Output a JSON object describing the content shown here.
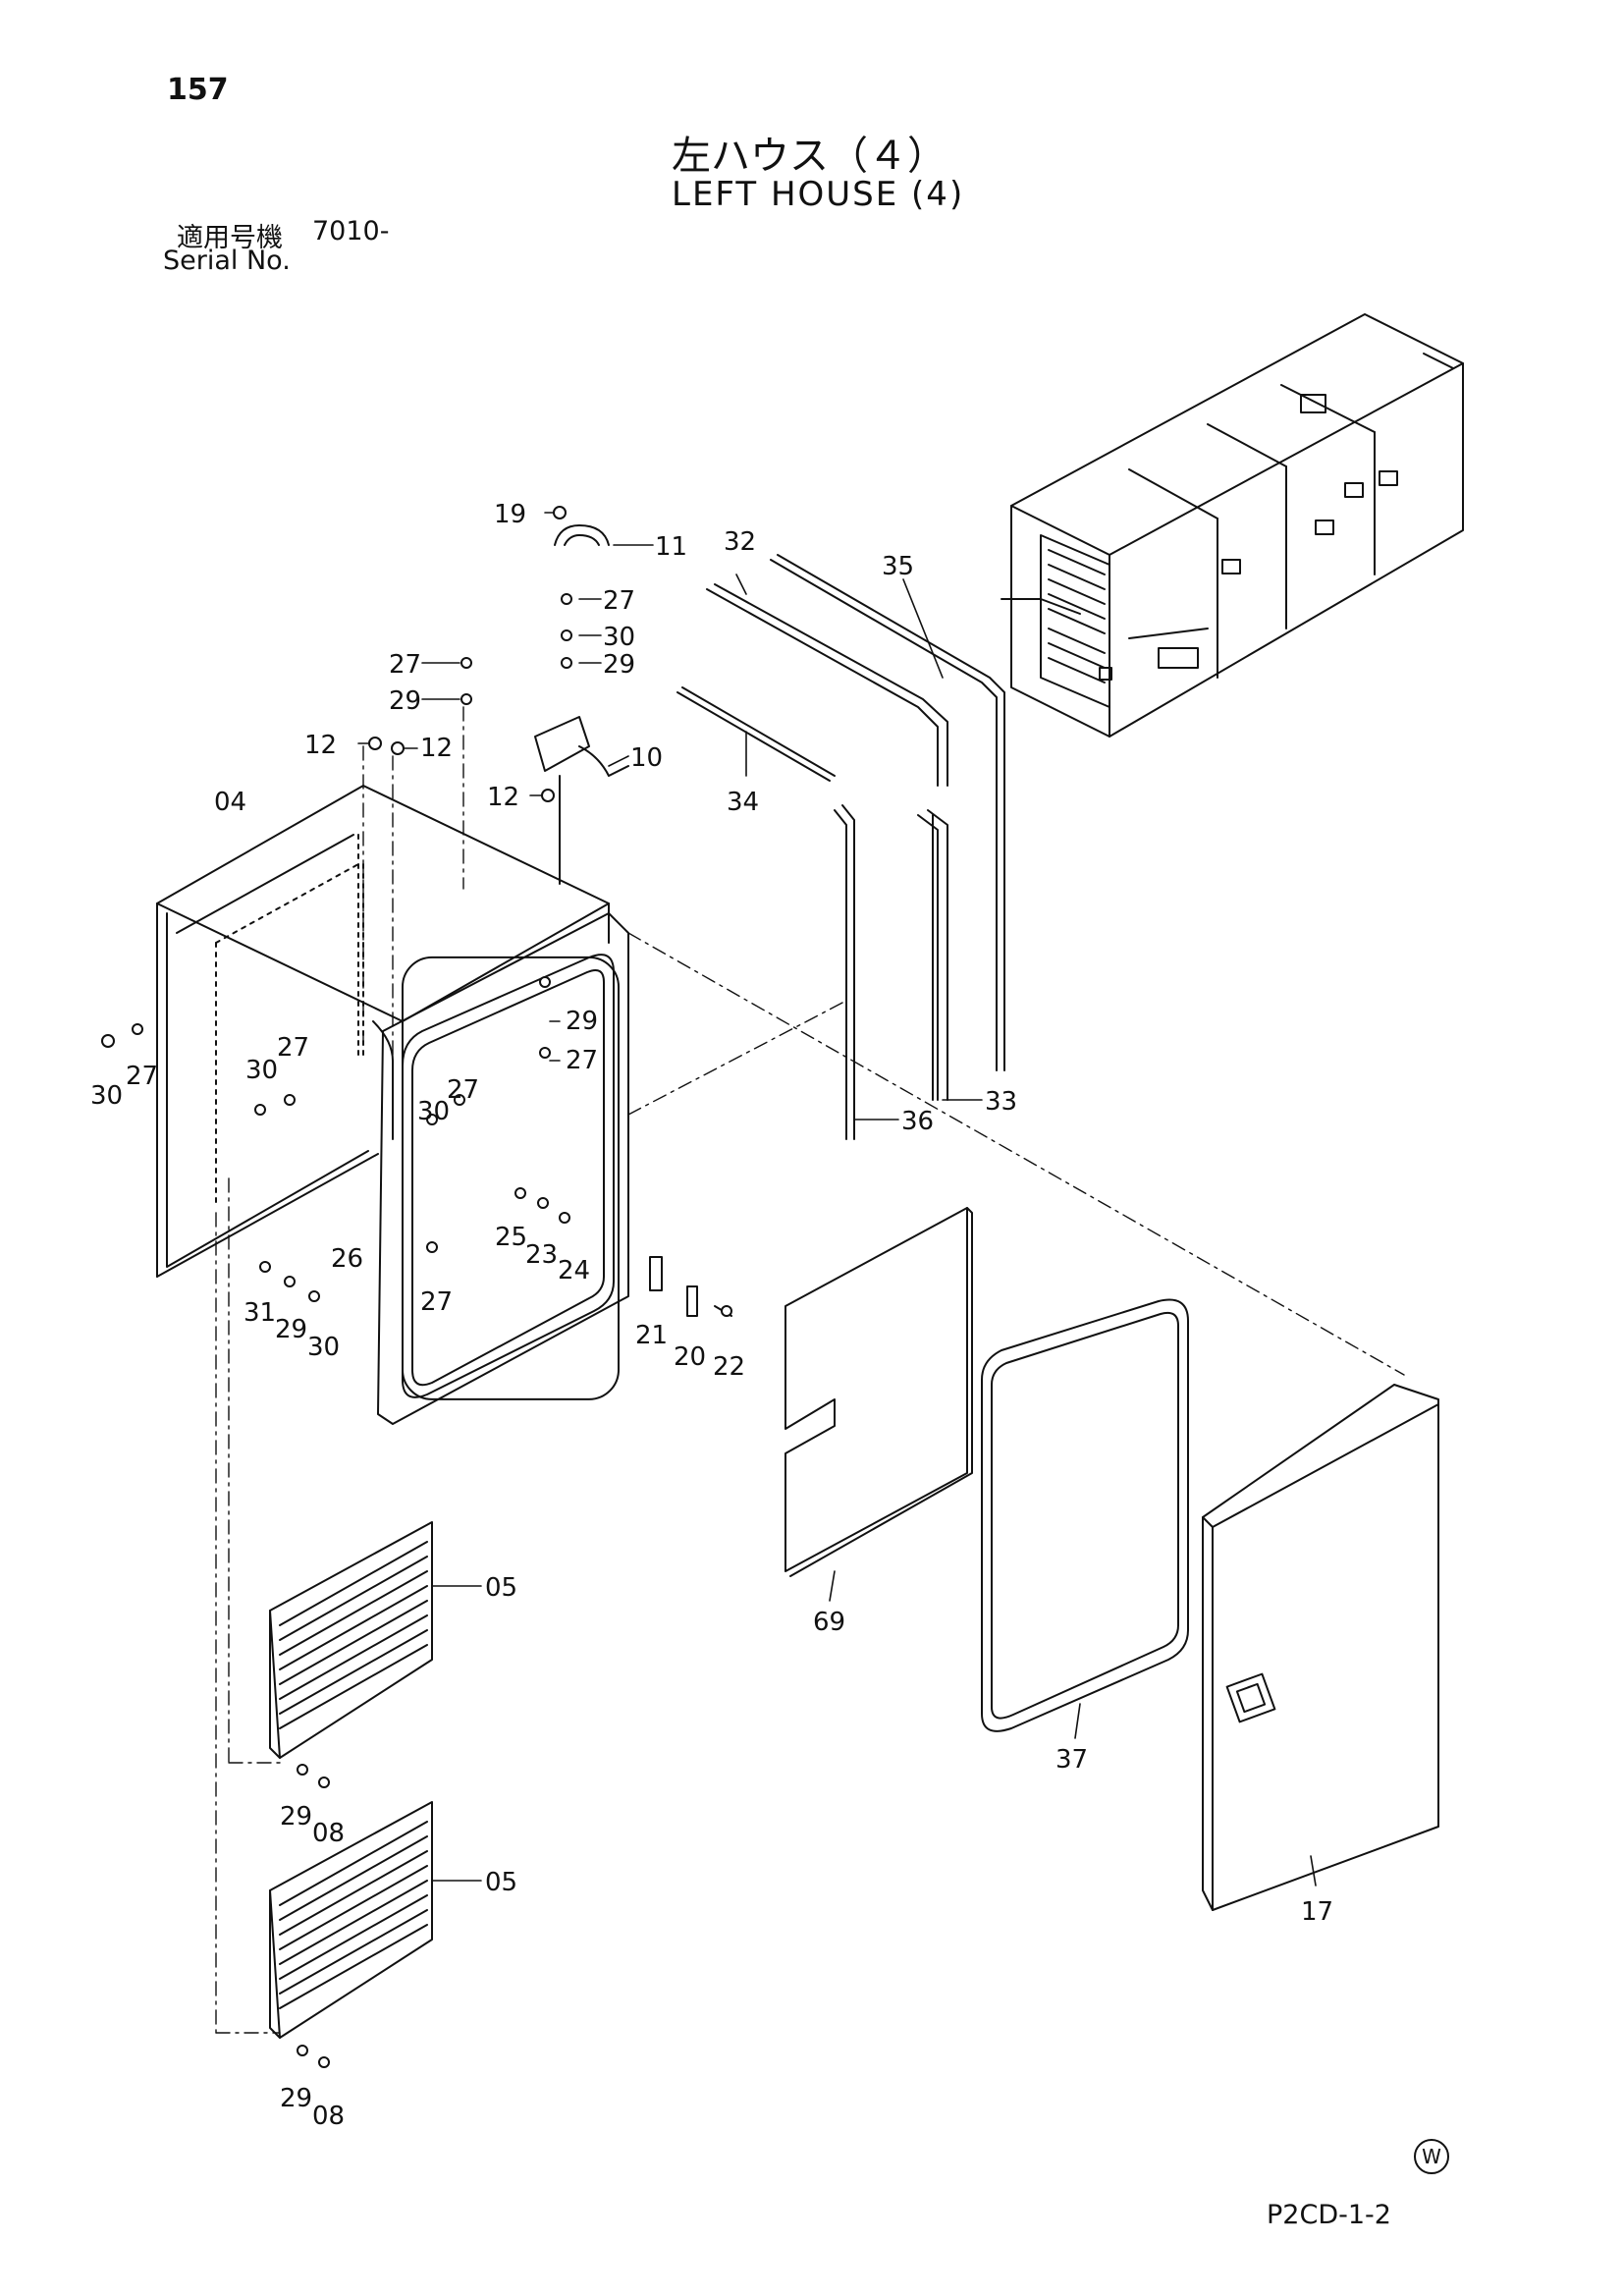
{
  "page_number": "157",
  "title_jp": "左ハウス（４）",
  "title_en": "LEFT HOUSE (4)",
  "serial_label_jp": "適用号機",
  "serial_value": "7010-",
  "serial_label_en": "Serial No.",
  "drawing_code": "P2CD-1-2",
  "corner_mark": "W",
  "callouts": {
    "c19": "19",
    "c11": "11",
    "c27a": "27",
    "c30a": "30",
    "c29a": "29",
    "c27b": "27",
    "c29b": "29",
    "c12a": "12",
    "c12b": "12",
    "c10": "10",
    "c12c": "12",
    "c04": "04",
    "c32": "32",
    "c35": "35",
    "c34": "34",
    "c29c": "29",
    "c27c": "27",
    "c27d": "27",
    "c30b": "30",
    "c30c": "30",
    "c27e": "27",
    "c30d": "30",
    "c27f": "27",
    "c33": "33",
    "c36": "36",
    "c26": "26",
    "c25": "25",
    "c23": "23",
    "c24": "24",
    "c27g": "27",
    "c31": "31",
    "c29d": "29",
    "c30e": "30",
    "c21": "21",
    "c20": "20",
    "c22": "22",
    "c69": "69",
    "c05a": "05",
    "c29e": "29",
    "c08a": "08",
    "c37": "37",
    "c17": "17",
    "c05b": "05",
    "c29f": "29",
    "c08b": "08"
  }
}
